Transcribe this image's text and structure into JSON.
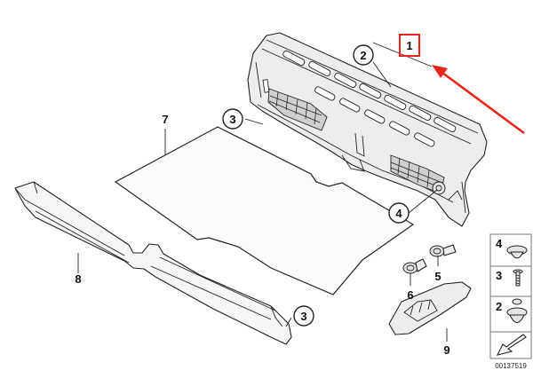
{
  "diagram": {
    "callouts": [
      {
        "id": "c1",
        "label": "1"
      },
      {
        "id": "c2",
        "label": "2"
      },
      {
        "id": "c3a",
        "label": "3"
      },
      {
        "id": "c3b",
        "label": "3"
      },
      {
        "id": "c4",
        "label": "4"
      },
      {
        "id": "c5",
        "label": "5"
      },
      {
        "id": "c6",
        "label": "6"
      },
      {
        "id": "c7",
        "label": "7"
      },
      {
        "id": "c8",
        "label": "8"
      },
      {
        "id": "c9",
        "label": "9"
      }
    ],
    "legend": {
      "items": [
        {
          "label": "4"
        },
        {
          "label": "3"
        },
        {
          "label": "2"
        }
      ],
      "catalog_number": "00137519"
    },
    "colors": {
      "highlight": "#e8261c",
      "line": "#222222",
      "part_fill": "#ededed"
    }
  }
}
